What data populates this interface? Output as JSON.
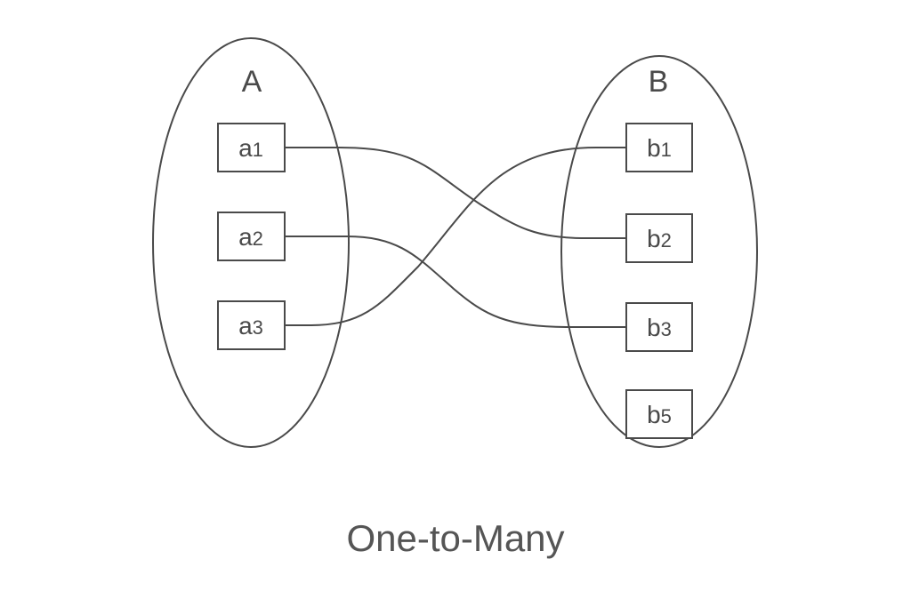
{
  "colors": {
    "stroke": "#4a4a4a",
    "text": "#4a4a4a",
    "caption": "#555555",
    "background": "#ffffff"
  },
  "diagram": {
    "set_a": {
      "label": "A",
      "elements": [
        {
          "letter": "a",
          "index": "1"
        },
        {
          "letter": "a",
          "index": "2"
        },
        {
          "letter": "a",
          "index": "3"
        }
      ]
    },
    "set_b": {
      "label": "B",
      "elements": [
        {
          "letter": "b",
          "index": "1"
        },
        {
          "letter": "b",
          "index": "2"
        },
        {
          "letter": "b",
          "index": "3"
        },
        {
          "letter": "b",
          "index": "5"
        }
      ]
    },
    "mappings": [
      {
        "from": "a1",
        "to": "b2"
      },
      {
        "from": "a2",
        "to": "b3"
      },
      {
        "from": "a3",
        "to": "b1"
      }
    ]
  },
  "caption": "One-to-Many"
}
